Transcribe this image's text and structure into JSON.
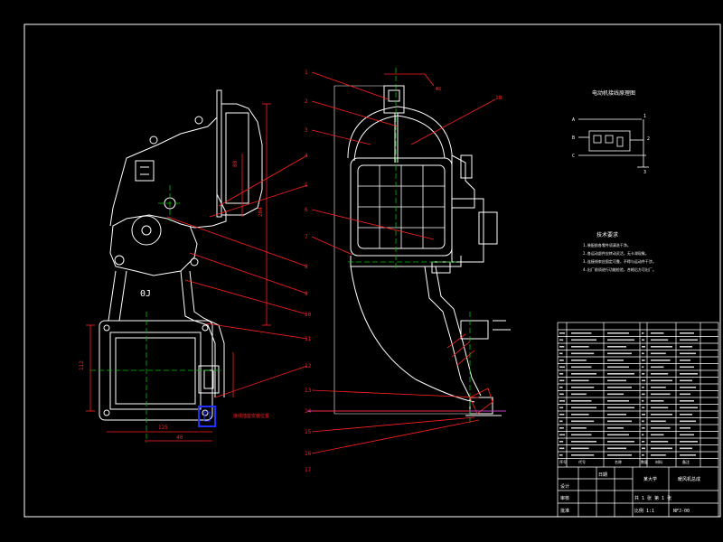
{
  "drawing": {
    "background": "#000000",
    "line_color": "#ffffff",
    "leader_color": "#ff2020",
    "dim_color": "#ff2020",
    "center_color": "#00c000",
    "accent_blue": "#2030ff",
    "magenta": "#c040c0"
  },
  "left_view": {
    "label_oj": "0J",
    "note_red": "接线插座安装位置"
  },
  "callouts": [
    "1",
    "2",
    "3",
    "4",
    "5",
    "6",
    "7",
    "8",
    "9",
    "10",
    "11",
    "12",
    "13",
    "14",
    "15",
    "16",
    "17"
  ],
  "wiring": {
    "title": "电动机接线原理图",
    "terms": [
      "A",
      "B",
      "C",
      "1",
      "2",
      "3"
    ]
  },
  "tech_req": {
    "title": "技术要求",
    "items": [
      "1.装配前各零件须清洗干净。",
      "2.各运动部件应转动灵活，无卡滞现象。",
      "3.连接线束应固定可靠，不得与运动件干涉。",
      "4.出厂前须进行功能检验，合格后方可出厂。"
    ]
  },
  "title_block": {
    "school": "某大学",
    "drawing_name": "暖风机总成",
    "drawing_no": "NFJ-00",
    "scale_text": "比例 1:1",
    "sheet_text": "共 1 张 第 1 张",
    "headers": [
      "序号",
      "代号",
      "名称",
      "数量",
      "材料",
      "备注"
    ],
    "designer_label": "设计",
    "check_label": "审核",
    "approve_label": "批准",
    "date_label": "日期"
  }
}
